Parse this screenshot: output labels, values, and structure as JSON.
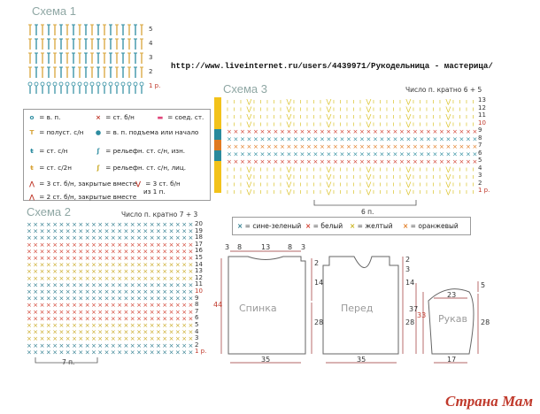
{
  "url": "http://www.liveinternet.ru/users/4439971/Рукодельница - мастерица/",
  "scheme1": {
    "title": "Схема 1",
    "rows": [
      "5",
      "4",
      "3",
      "2",
      "1 р."
    ]
  },
  "scheme2": {
    "title": "Схема 2",
    "note": "Число п. кратно 7 + 3",
    "rows": [
      "20",
      "19",
      "18",
      "17",
      "16",
      "15",
      "14",
      "13",
      "12",
      "11",
      "10",
      "9",
      "8",
      "7",
      "6",
      "5",
      "4",
      "3",
      "2",
      "1 р."
    ],
    "repeat": "7 п."
  },
  "scheme3": {
    "title": "Схема 3",
    "note": "Число п. кратно 6 + 5",
    "rows": [
      "13",
      "12",
      "11",
      "10",
      "9",
      "8",
      "7",
      "6",
      "5",
      "4",
      "3",
      "2",
      "1 р."
    ],
    "repeat": "6 п."
  },
  "legend": [
    {
      "sym": "o",
      "text": "в. п."
    },
    {
      "sym": "×",
      "text": "ст. б/н"
    },
    {
      "sym": "▬",
      "text": "соед. ст."
    },
    {
      "sym": "T",
      "text": "полуст. с/н"
    },
    {
      "sym": "●",
      "text": "в. п. подъема или начало"
    },
    {
      "sym": "ŧ",
      "text": "ст. с/н"
    },
    {
      "sym": "ʃ",
      "text": "рельефн. ст. с/н, изн."
    },
    {
      "sym": "ŧ",
      "text": "ст. с/2н"
    },
    {
      "sym": "ʃ",
      "text": "рельефн. ст. с/н, лиц."
    },
    {
      "sym": "⋀",
      "text": "3 ст. б/н, закрытые вместе"
    },
    {
      "sym": "⋁",
      "text": "3 ст. б/н"
    },
    {
      "sym": "⋀",
      "text": "2 ст. б/н, закрытые вместе"
    },
    {
      "sym": "",
      "text": "из 1 п."
    }
  ],
  "color_legend": [
    {
      "sym": "×",
      "text": "сине-зеленый",
      "color": "#2a7a8c"
    },
    {
      "sym": "×",
      "text": "белый",
      "color": "#d03a2a"
    },
    {
      "sym": "×",
      "text": "желтый",
      "color": "#c9b21a"
    },
    {
      "sym": "×",
      "text": "оранжевый",
      "color": "#e07a20"
    }
  ],
  "pieces": {
    "back": {
      "label": "Спинка",
      "top": [
        "3",
        "8",
        "13",
        "8",
        "3"
      ],
      "height": "44",
      "side_top": "2",
      "mid": "14",
      "low": "28",
      "width": "35"
    },
    "front": {
      "label": "Перед",
      "side_top": "3",
      "mid": "14",
      "low": "28",
      "ne": "2",
      "neck": "37",
      "width": "35"
    },
    "sleeve": {
      "label": "Рукав",
      "top": "23",
      "right_top": "5",
      "right_low": "28",
      "height": "33",
      "width": "17"
    }
  },
  "watermark": "Страна Мам"
}
